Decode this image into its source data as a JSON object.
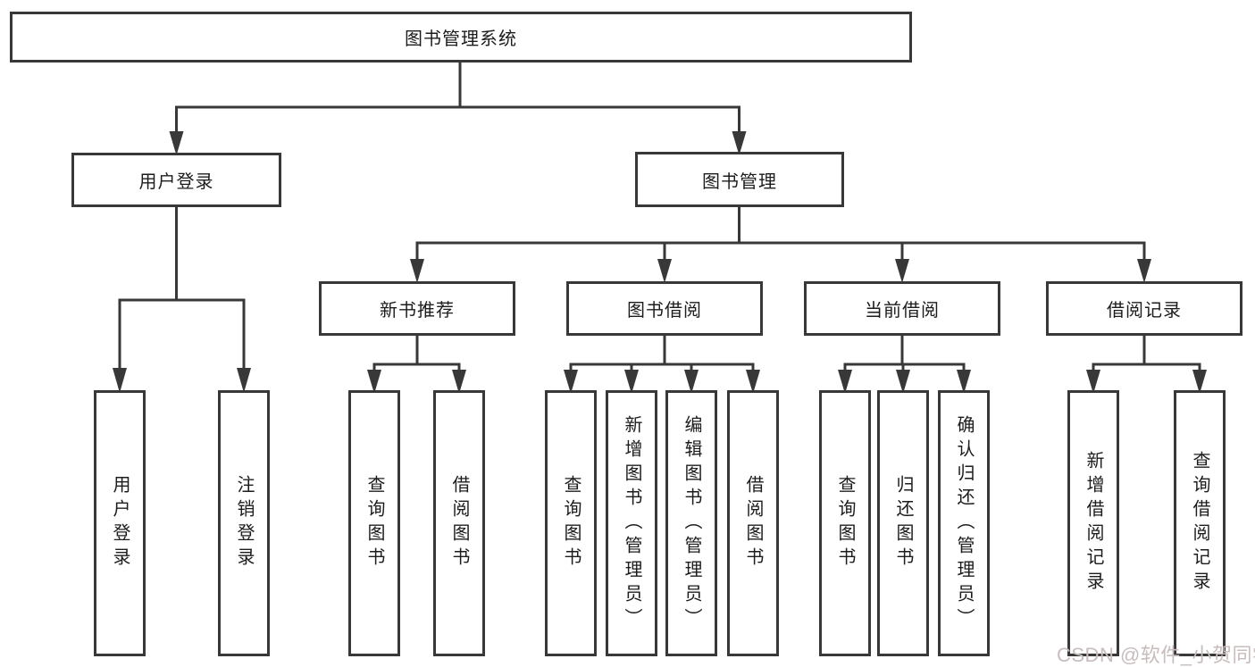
{
  "tree": {
    "label": "图书管理系统",
    "children": [
      {
        "label": "用户登录",
        "children": [
          {
            "label": "用户登录"
          },
          {
            "label": "注销登录"
          }
        ]
      },
      {
        "label": "图书管理",
        "children": [
          {
            "label": "新书推荐",
            "children": [
              {
                "label": "查询图书"
              },
              {
                "label": "借阅图书"
              }
            ]
          },
          {
            "label": "图书借阅",
            "children": [
              {
                "label": "查询图书"
              },
              {
                "label": "新增图书（管理员）"
              },
              {
                "label": "编辑图书（管理员）"
              },
              {
                "label": "借阅图书"
              }
            ]
          },
          {
            "label": "当前借阅",
            "children": [
              {
                "label": "查询图书"
              },
              {
                "label": "归还图书"
              },
              {
                "label": "确认归还（管理员）"
              }
            ]
          },
          {
            "label": "借阅记录",
            "children": [
              {
                "label": "新增借阅记录"
              },
              {
                "label": "查询借阅记录"
              }
            ]
          }
        ]
      }
    ]
  },
  "watermark": {
    "text": "CSDN @软件_小贺同学"
  },
  "colors": {
    "line": "#383838",
    "text": "#1c1c1c",
    "watermark": "#c8bcbc",
    "background": "#ffffff"
  }
}
